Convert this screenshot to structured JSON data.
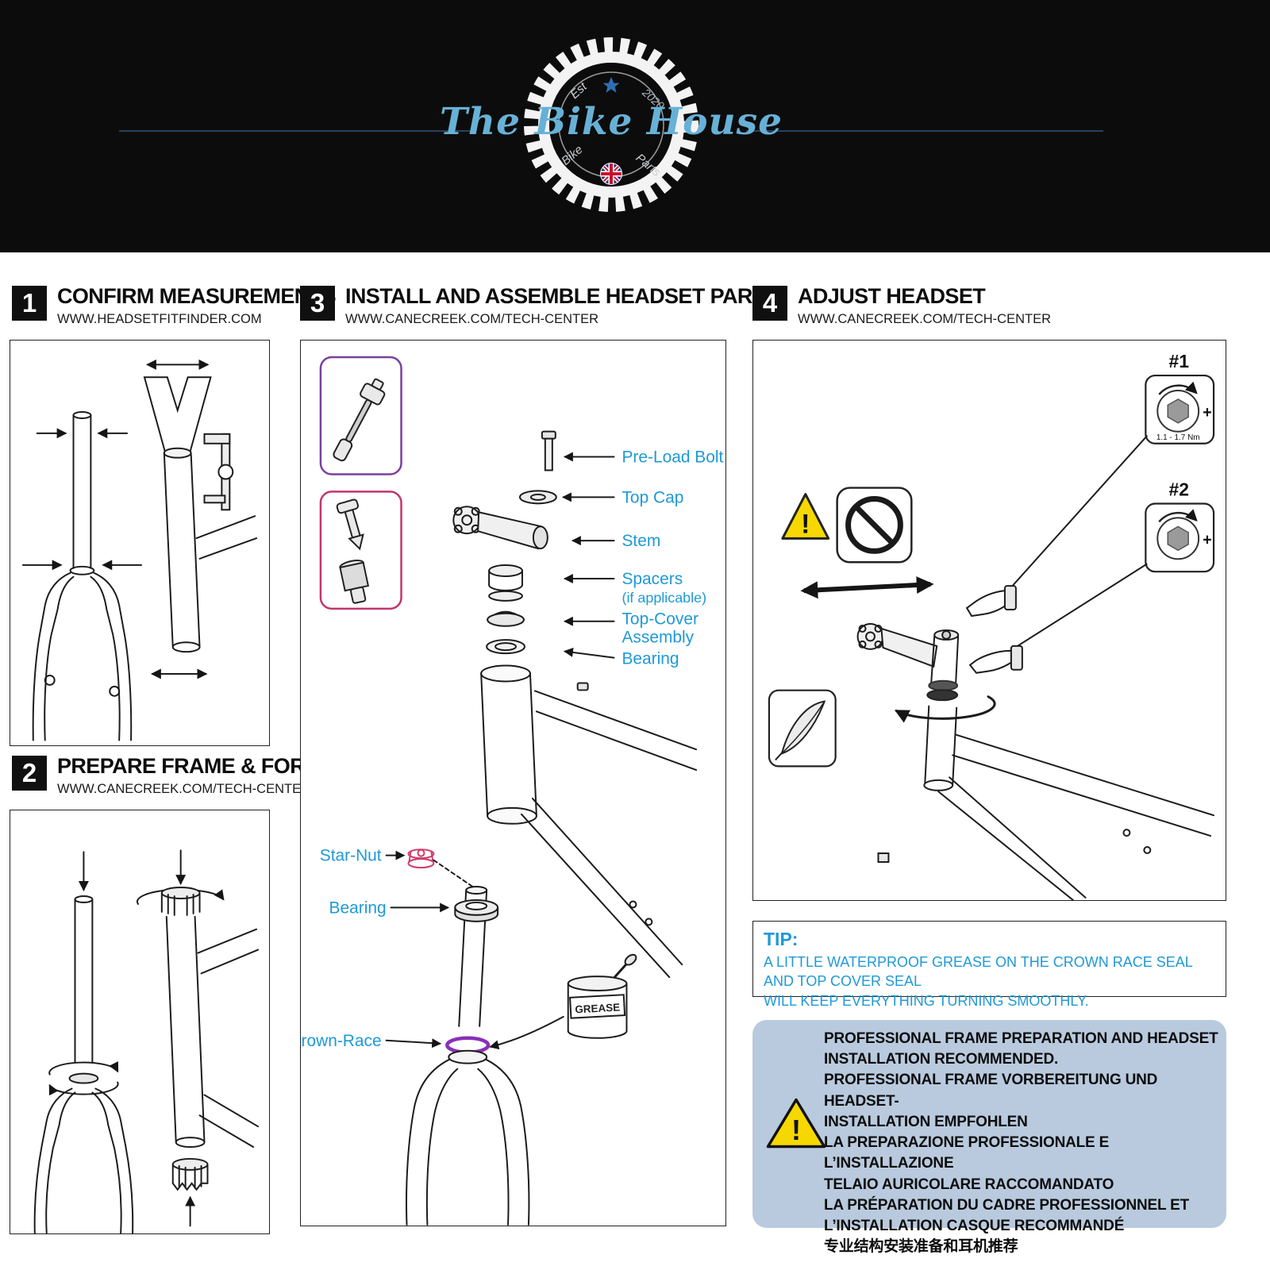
{
  "header": {
    "brand": "The Bike House",
    "est": "Est",
    "year": "2020",
    "bike": "Bike",
    "parts": "Parts"
  },
  "icons": {
    "exclaim": "!",
    "plus": "+"
  },
  "panels": {
    "p1": {
      "number": "1",
      "title": "CONFIRM MEASUREMENTS",
      "url": "WWW.HEADSETFITFINDER.COM"
    },
    "p2": {
      "number": "2",
      "title": "PREPARE FRAME & FORK",
      "url": "WWW.CANECREEK.COM/TECH-CENTER"
    },
    "p3": {
      "number": "3",
      "title": "INSTALL AND ASSEMBLE HEADSET PARTS",
      "url": "WWW.CANECREEK.COM/TECH-CENTER",
      "labels": {
        "preload": "Pre-Load Bolt",
        "topcap": "Top Cap",
        "stem": "Stem",
        "spacers": "Spacers",
        "spacers_note": "(if applicable)",
        "topcover1": "Top-Cover",
        "topcover2": "Assembly",
        "bearing": "Bearing",
        "starnut": "Star-Nut",
        "bearing2": "Bearing",
        "crownrace": "Crown-Race",
        "grease": "GREASE"
      }
    },
    "p4": {
      "number": "4",
      "title": "ADJUST HEADSET",
      "url": "WWW.CANECREEK.COM/TECH-CENTER",
      "tool1": "#1",
      "tool1_torque": "1.1 - 1.7 Nm",
      "tool2": "#2"
    }
  },
  "tip": {
    "title": "TIP:",
    "line1": "A LITTLE WATERPROOF GREASE ON THE CROWN RACE SEAL AND TOP COVER SEAL",
    "line2": "WILL KEEP EVERYTHING TURNING SMOOTHLY."
  },
  "info": {
    "lines": [
      "PROFESSIONAL FRAME PREPARATION AND HEADSET",
      "INSTALLATION RECOMMENDED.",
      "PROFESSIONAL FRAME VORBEREITUNG UND HEADSET-",
      "INSTALLATION EMPFOHLEN",
      "LA PREPARAZIONE PROFESSIONALE E L’INSTALLAZIONE",
      "TELAIO AURICOLARE RACCOMANDATO",
      "LA PRÉPARATION DU CADRE PROFESSIONNEL ET",
      "L’INSTALLATION CASQUE RECOMMANDÉ",
      "专业结构安装准备和耳机推荐"
    ]
  },
  "colors": {
    "label_blue": "#1f99d6",
    "starnut_red": "#d23a6a",
    "crownrace_purple": "#8a2fb8",
    "toolbox1_purple": "#7a3fa0",
    "toolbox2_pink": "#c2356b",
    "warning_yellow": "#f6d800",
    "info_bg": "#b9cade",
    "brand_blue": "#67b1d6"
  }
}
